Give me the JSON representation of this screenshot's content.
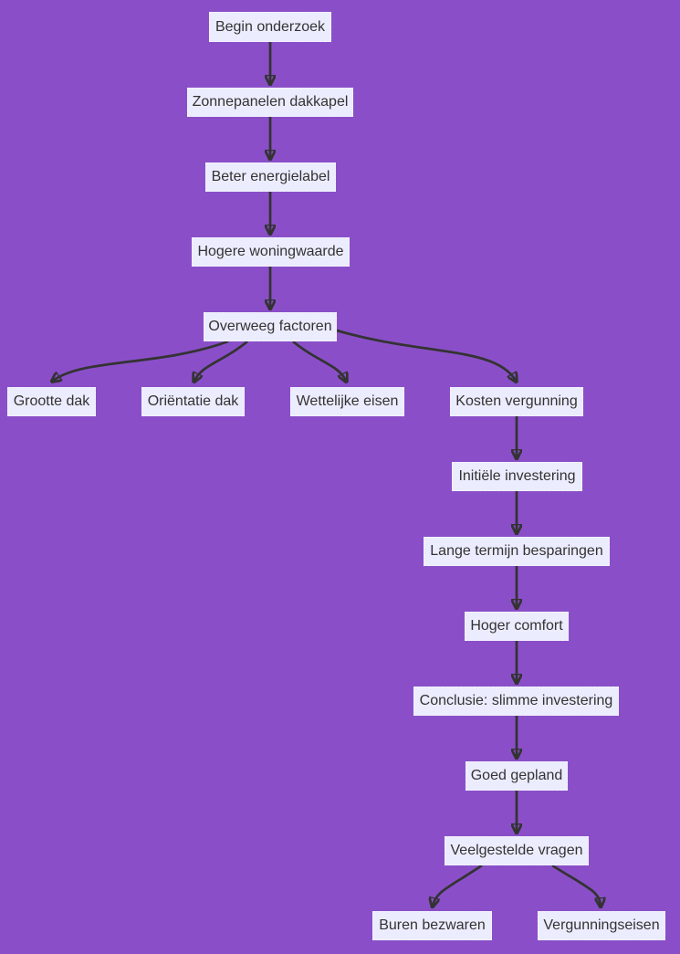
{
  "diagram": {
    "type": "flowchart",
    "direction": "top-down",
    "colors": {
      "background": "#8a4fc8",
      "node_fill": "#ececff",
      "node_border": "#f4f4ff",
      "node_text": "#333333",
      "edge": "#333333"
    },
    "nodes": [
      {
        "id": "begin",
        "label": "Begin onderzoek"
      },
      {
        "id": "zonnepanelen",
        "label": "Zonnepanelen dakkapel"
      },
      {
        "id": "beter",
        "label": "Beter energielabel"
      },
      {
        "id": "hogere",
        "label": "Hogere woningwaarde"
      },
      {
        "id": "overweeg",
        "label": "Overweeg factoren"
      },
      {
        "id": "grootte",
        "label": "Grootte dak"
      },
      {
        "id": "orientatie",
        "label": "Oriëntatie dak"
      },
      {
        "id": "wettelijke",
        "label": "Wettelijke eisen"
      },
      {
        "id": "kosten",
        "label": "Kosten vergunning"
      },
      {
        "id": "initiele",
        "label": "Initiële investering"
      },
      {
        "id": "lange",
        "label": "Lange termijn besparingen"
      },
      {
        "id": "comfort",
        "label": "Hoger comfort"
      },
      {
        "id": "conclusie",
        "label": "Conclusie: slimme investering"
      },
      {
        "id": "goed",
        "label": "Goed gepland"
      },
      {
        "id": "veelgestelde",
        "label": "Veelgestelde vragen"
      },
      {
        "id": "buren",
        "label": "Buren bezwaren"
      },
      {
        "id": "vergunning",
        "label": "Vergunningseisen"
      }
    ],
    "edges": [
      {
        "from": "begin",
        "to": "zonnepanelen"
      },
      {
        "from": "zonnepanelen",
        "to": "beter"
      },
      {
        "from": "beter",
        "to": "hogere"
      },
      {
        "from": "hogere",
        "to": "overweeg"
      },
      {
        "from": "overweeg",
        "to": "grootte"
      },
      {
        "from": "overweeg",
        "to": "orientatie"
      },
      {
        "from": "overweeg",
        "to": "wettelijke"
      },
      {
        "from": "overweeg",
        "to": "kosten"
      },
      {
        "from": "kosten",
        "to": "initiele"
      },
      {
        "from": "initiele",
        "to": "lange"
      },
      {
        "from": "lange",
        "to": "comfort"
      },
      {
        "from": "comfort",
        "to": "conclusie"
      },
      {
        "from": "conclusie",
        "to": "goed"
      },
      {
        "from": "goed",
        "to": "veelgestelde"
      },
      {
        "from": "veelgestelde",
        "to": "buren"
      },
      {
        "from": "veelgestelde",
        "to": "vergunning"
      }
    ]
  }
}
